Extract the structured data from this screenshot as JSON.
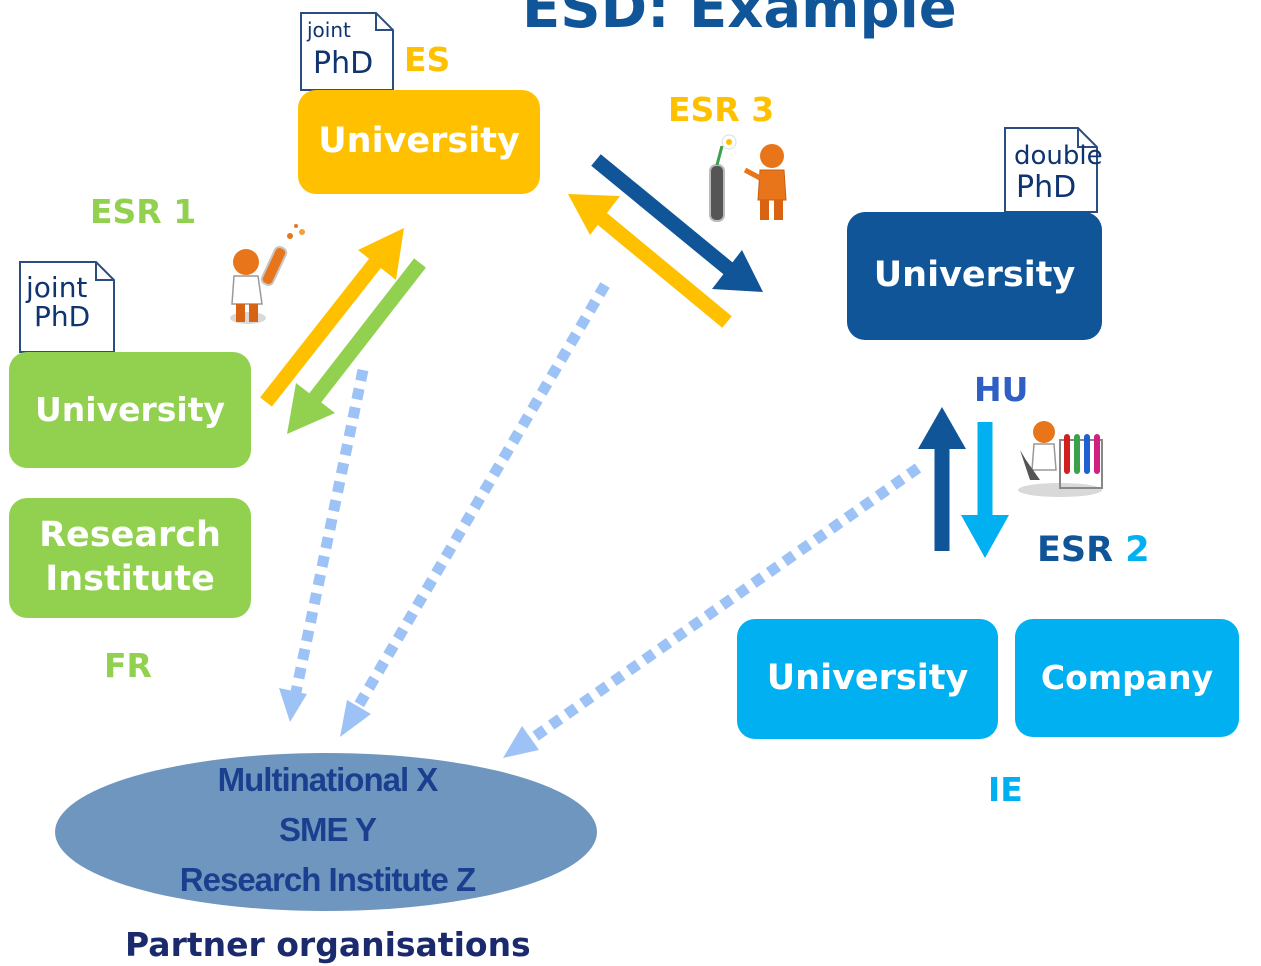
{
  "title": "ESD: Example",
  "colors": {
    "yellow": "#ffc000",
    "green": "#92d050",
    "dark_blue": "#105598",
    "light_blue": "#00b0f0",
    "pale_blue": "#9dc3f6",
    "ellipse": "#6f96be",
    "navy_text": "#1b3f8f"
  },
  "es": {
    "doc": {
      "line1": "joint",
      "line2": "PhD"
    },
    "country": "ES",
    "box": "University",
    "esr": "ESR 3"
  },
  "fr": {
    "esr": "ESR 1",
    "doc": {
      "line1": "joint",
      "line2": "PhD"
    },
    "university": "University",
    "institute_line1": "Research",
    "institute_line2": "Institute",
    "country": "FR"
  },
  "hu": {
    "doc": {
      "line1": "double",
      "line2": "PhD"
    },
    "box": "University",
    "country": "HU"
  },
  "ie": {
    "esr_prefix": "ESR",
    "esr_number": "2",
    "university": "University",
    "company": "Company",
    "country": "IE"
  },
  "partners": {
    "line1": "Multinational X",
    "line2": "SME Y",
    "line3": "Research Institute Z",
    "caption": "Partner organisations"
  },
  "icons": [
    "researcher-test-tube-icon",
    "researcher-flower-icon",
    "researcher-microscope-icon",
    "document-icon"
  ]
}
